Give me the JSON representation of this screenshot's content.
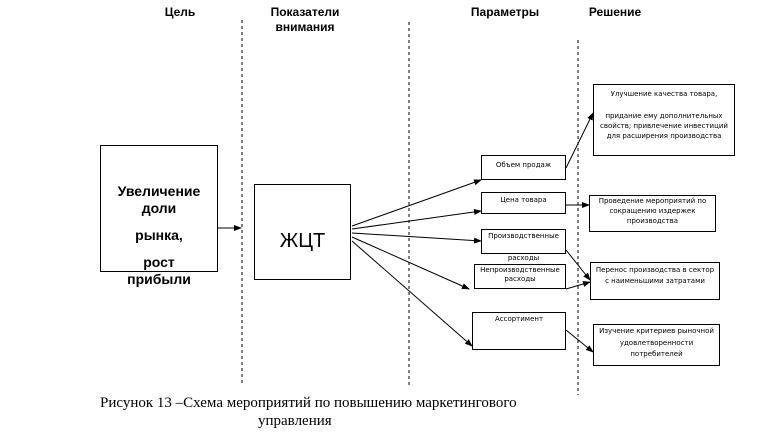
{
  "headers": {
    "goal": "Цель",
    "attention_1": "Показатели",
    "attention_2": "внимания",
    "params": "Параметры",
    "solution": "Решение"
  },
  "goal_box": {
    "line1": "Увеличение",
    "line2": "доли",
    "line3": "рынка,",
    "line4": "рост",
    "line5": "прибыли"
  },
  "kpi_box": {
    "label": "ЖЦТ"
  },
  "params": {
    "p1": "Объем продаж",
    "p2": "Цена товара",
    "p3_1": "Производственные",
    "p3_2": "расходы",
    "p4_1": "Непроизводственные",
    "p4_2": "расходы",
    "p5": "Ассортимент"
  },
  "solutions": {
    "s1_1": "Улучшение качества товара,",
    "s1_2": "придание ему дополнительных",
    "s1_3": "свойств; привлечение инвестиций",
    "s1_4": "для расширения производства",
    "s2_1": "Проведение мероприятий по",
    "s2_2": "сокращению издержек",
    "s2_3": "производства",
    "s3_1": "Перенос производства в сектор",
    "s3_2": "с наименьшими затратами",
    "s4_1": "Изучение критериев рыночной",
    "s4_2": "удовлетворенности",
    "s4_3": "потребителей"
  },
  "caption": {
    "line1": "Рисунок 13 –Схема мероприятий по повышению маркетингового",
    "line2": "управления"
  }
}
